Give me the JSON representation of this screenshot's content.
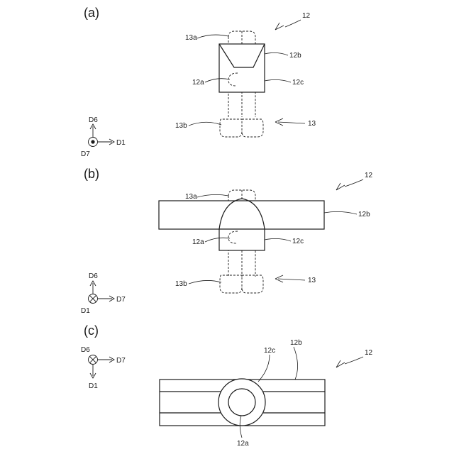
{
  "panels": {
    "a": {
      "label": "(a)",
      "refs": {
        "assembly": "12",
        "bolt_tip": "13a",
        "bracket_top": "12b",
        "hole": "12a",
        "block": "12c",
        "nut": "13b",
        "bolt": "13"
      },
      "axes": {
        "up": "D6",
        "right": "D1",
        "out": "D7"
      }
    },
    "b": {
      "label": "(b)",
      "refs": {
        "assembly": "12",
        "bolt_tip": "13a",
        "plate": "12b",
        "hole": "12a",
        "block": "12c",
        "nut": "13b",
        "bolt": "13"
      },
      "axes": {
        "up": "D6",
        "right": "D7",
        "in": "D1"
      }
    },
    "c": {
      "label": "(c)",
      "refs": {
        "assembly": "12",
        "block": "12c",
        "plate": "12b",
        "hole": "12a"
      },
      "axes": {
        "in": "D6",
        "right": "D7",
        "down": "D1"
      }
    }
  }
}
